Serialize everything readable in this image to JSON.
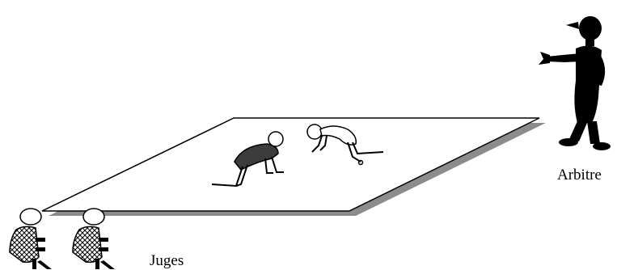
{
  "labels": {
    "referee": "Arbitre",
    "judges": "Juges"
  },
  "colors": {
    "mat_fill": "#ffffff",
    "mat_shadow": "#8c8c8c",
    "ink": "#000000",
    "wrestler_dark": "#3c3c3c"
  },
  "figures": [
    "referee",
    "wrestler-dark",
    "wrestler-light",
    "judge",
    "judge"
  ]
}
